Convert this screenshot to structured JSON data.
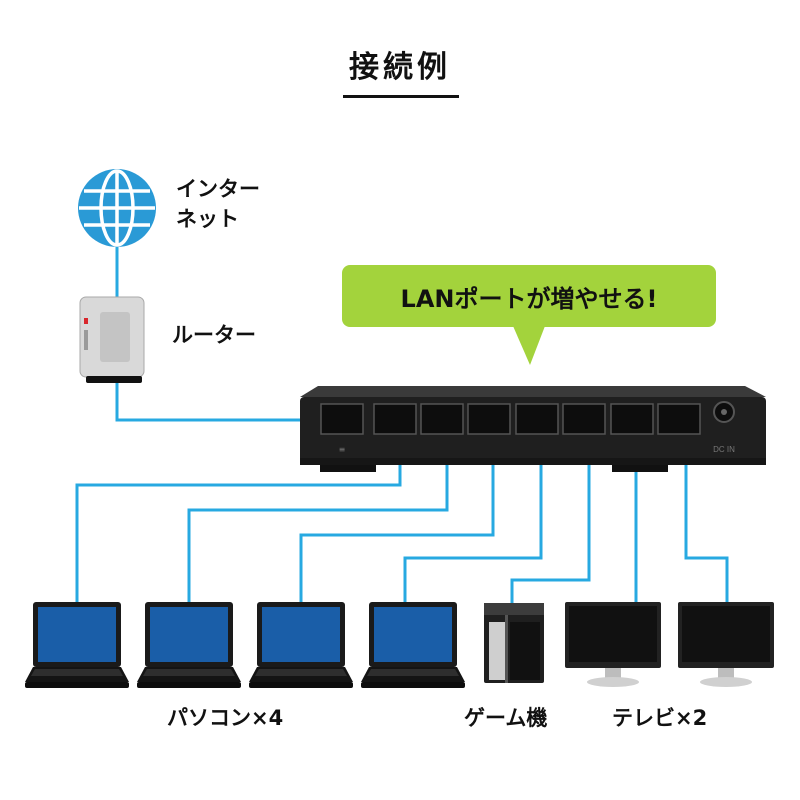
{
  "title": "接続例",
  "callout": "LANポートが増やせる!",
  "labels": {
    "internet_line1": "インター",
    "internet_line2": "ネット",
    "router": "ルーター",
    "pc": "パソコン×4",
    "game": "ゲーム機",
    "tv": "テレビ×2"
  },
  "switch_labels": {
    "dc_in": "DC IN",
    "port_mark": "≡"
  },
  "colors": {
    "cable": "#27a9e1",
    "callout_bg": "#a3d33c",
    "switch_body": "#1f1f1f",
    "globe": "#2a9ad6",
    "router_accent": "#d9262c"
  },
  "icons": [
    "globe-icon",
    "router-icon",
    "switch-icon",
    "laptop-icon",
    "game-console-icon",
    "monitor-icon"
  ]
}
